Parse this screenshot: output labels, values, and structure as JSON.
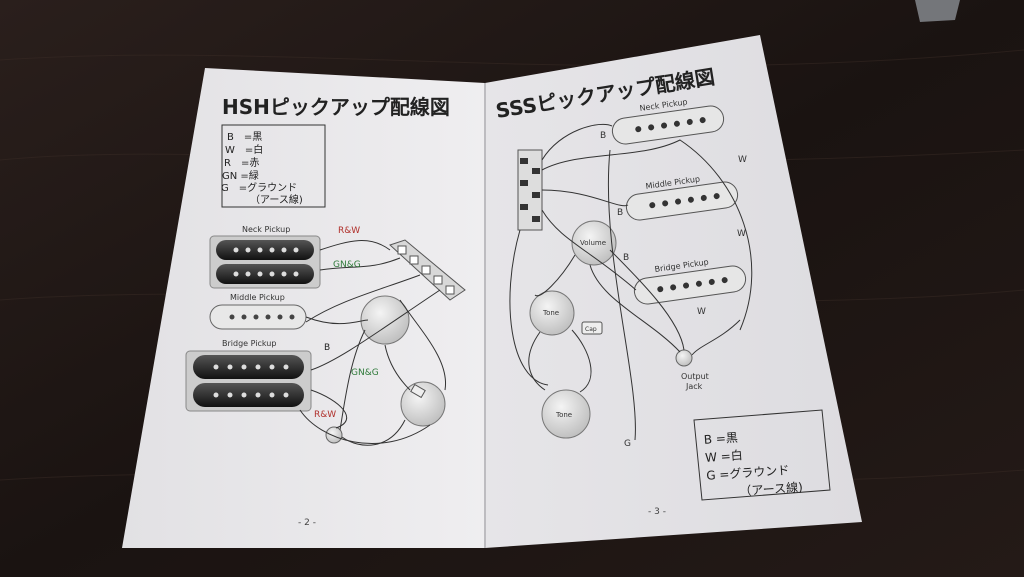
{
  "left_page": {
    "title": "HSHピックアップ配線図",
    "legend": [
      "B　=黒",
      "W　=白",
      "R　=赤",
      "GN =緑",
      "G　=グラウンド",
      "（アース線)"
    ],
    "pickups": {
      "neck": "Neck Pickup",
      "middle": "Middle Pickup",
      "bridge": "Bridge Pickup"
    },
    "wire_labels": {
      "rw_top": "R&W",
      "gng_top": "GN&G",
      "b": "B",
      "gng_mid": "GN&G",
      "rw_bottom": "R&W"
    },
    "page_number": "- 2 -"
  },
  "right_page": {
    "title": "SSSピックアップ配線図",
    "pickups": {
      "neck": "Neck Pickup",
      "middle": "Middle Pickup",
      "bridge": "Bridge Pickup"
    },
    "pots": {
      "volume": "Volume",
      "tone1": "Tone",
      "tone2": "Tone",
      "cap": "Cap"
    },
    "output_jack": [
      "Output",
      "Jack"
    ],
    "wire_labels": {
      "b1": "B",
      "w1": "W",
      "b2": "B",
      "w2": "W",
      "b3": "B",
      "w3": "W",
      "g": "G"
    },
    "legend": [
      "B =黒",
      "W =白",
      "G =グラウンド",
      "（アース線)"
    ],
    "page_number": "- 3 -"
  },
  "colors": {
    "table": "#1c1513",
    "paper_left": "#e9e8ea",
    "paper_right": "#e4e3e6",
    "ink": "#222222",
    "red_label": "#b0302b",
    "green_label": "#2f7a3a"
  }
}
